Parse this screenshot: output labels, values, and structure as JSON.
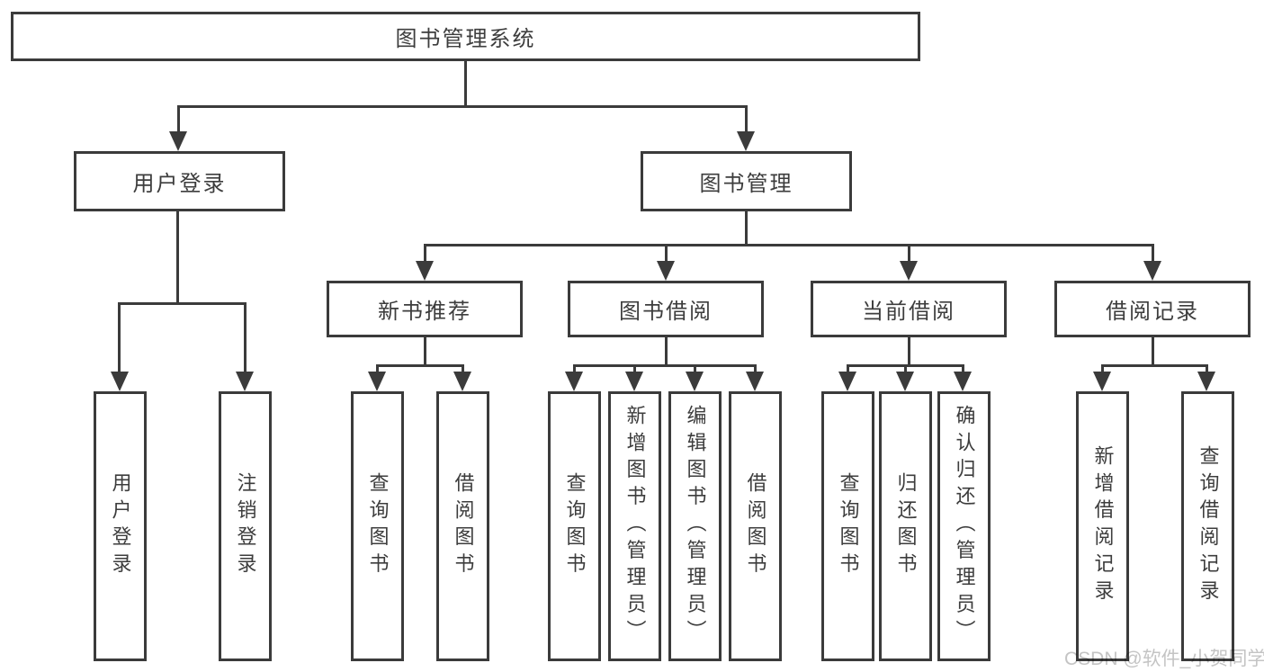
{
  "colors": {
    "background": "#ffffff",
    "line": "#3b3b3b",
    "text": "#3d3d3d",
    "watermark_text": "#c4c4c4"
  },
  "watermark": "CSDN @软件_小贺同学",
  "tree": {
    "root": "图书管理系统",
    "branches": [
      {
        "label": "用户登录",
        "children": [
          "用户登录",
          "注销登录"
        ]
      },
      {
        "label": "图书管理",
        "groups": [
          {
            "label": "新书推荐",
            "children": [
              "查询图书",
              "借阅图书"
            ]
          },
          {
            "label": "图书借阅",
            "children": [
              "查询图书",
              "新增图书（管理员）",
              "编辑图书（管理员）",
              "借阅图书"
            ]
          },
          {
            "label": "当前借阅",
            "children": [
              "查询图书",
              "归还图书",
              "确认归还（管理员）"
            ]
          },
          {
            "label": "借阅记录",
            "children": [
              "新增借阅记录",
              "查询借阅记录"
            ]
          }
        ]
      }
    ]
  }
}
